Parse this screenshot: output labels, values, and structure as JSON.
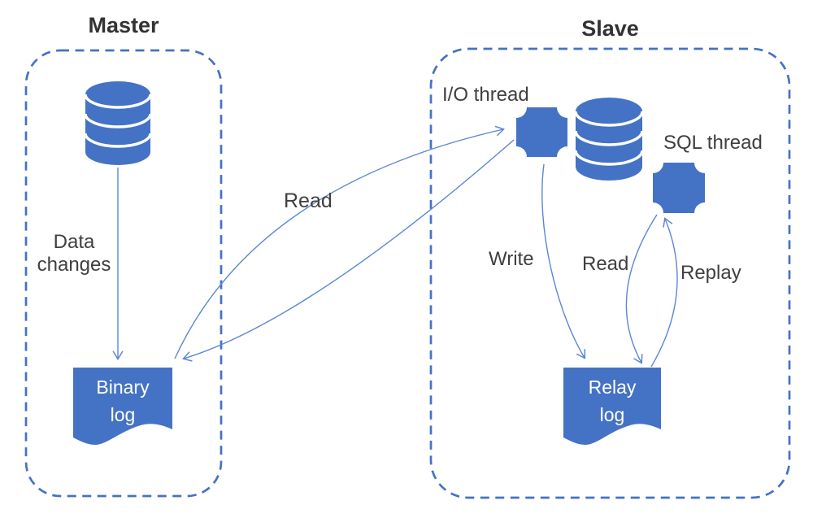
{
  "colors": {
    "shape_blue": "#4472C4",
    "border_blue": "#4472C4",
    "arrow_blue": "#5B86D6",
    "label_gray": "#3F3F3F",
    "title_gray": "#333333",
    "log_text_white": "#FFFFFF"
  },
  "master": {
    "title": "Master",
    "database_icon": "database-cylinder-icon",
    "data_changes_label": "Data changes",
    "binary_log_label": "Binary log"
  },
  "slave": {
    "title": "Slave",
    "database_icon": "database-cylinder-icon",
    "io_thread_label": "I/O thread",
    "io_thread_icon": "plaque-thread-icon",
    "sql_thread_label": "SQL thread",
    "sql_thread_icon": "plaque-thread-icon",
    "relay_log_label": "Relay log"
  },
  "edges": {
    "master_read_label": "Read",
    "write_label": "Write",
    "slave_read_label": "Read",
    "replay_label": "Replay"
  }
}
